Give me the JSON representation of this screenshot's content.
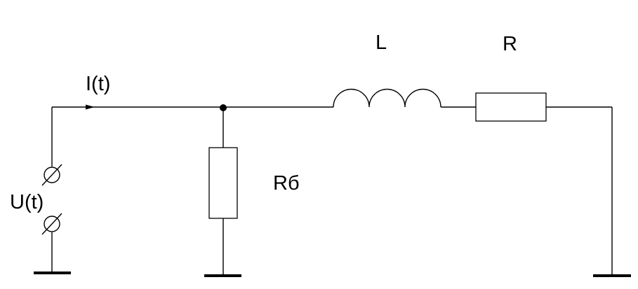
{
  "diagram": {
    "labels": {
      "current": "I(t)",
      "voltage": "U(t)",
      "inductor": "L",
      "resistor": "R",
      "shunt_resistor": "Rб"
    },
    "components": {
      "inductor": "inductor",
      "resistor": "resistor",
      "shunt_resistor": "resistor",
      "input_terminals": "terminal-circle-with-slash",
      "current_arrow": "arrow-right",
      "junction": "node-dot",
      "grounds": "ground"
    },
    "colors": {
      "line": "#000000",
      "background": "#ffffff"
    }
  }
}
